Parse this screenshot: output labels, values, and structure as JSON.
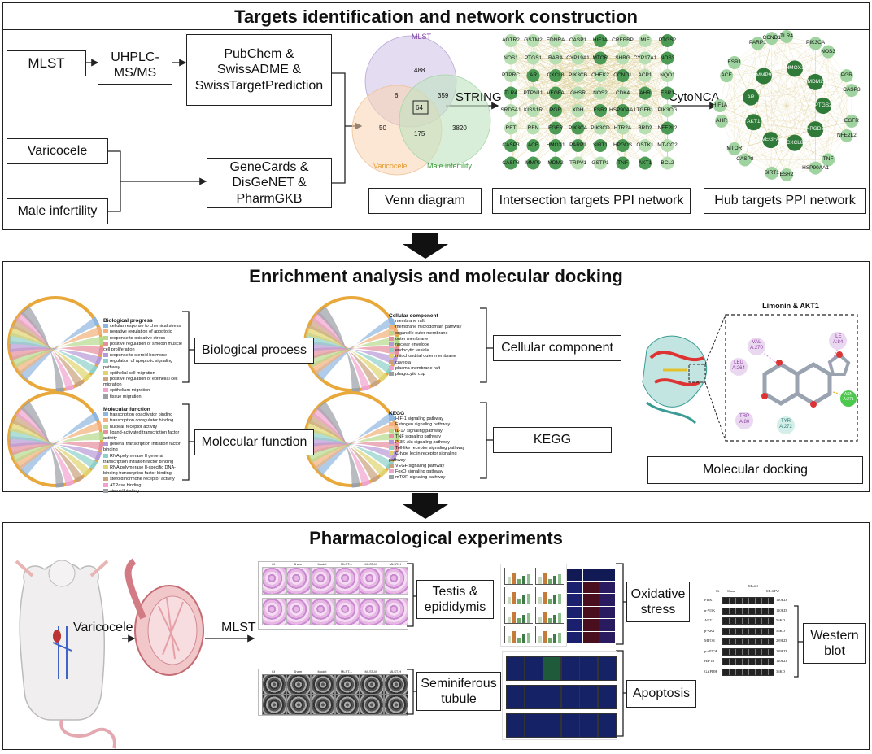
{
  "section1": {
    "title": "Targets identification and network construction",
    "mlst": "MLST",
    "uhplc": "UHPLC-\nMS/MS",
    "pubchem": "PubChem &\nSwissADME &\nSwissTargetPrediction",
    "varicocele": "Varicocele",
    "male_infertility": "Male infertility",
    "genecards": "GeneCards &\nDisGeNET &\nPharmGKB",
    "venn": {
      "label_mlst": "MLST",
      "label_varicocele": "Varicocele",
      "label_male": "Male infertility",
      "n_mlst_only": "488",
      "n_mlst_var": "6",
      "n_center": "64",
      "n_mlst_male": "359",
      "n_var_only": "50",
      "n_var_male": "175",
      "n_male_only": "3820",
      "caption": "Venn diagram"
    },
    "string_label": "STRING",
    "cytonca_label": "CytoNCA",
    "ppi_caption": "Intersection targets PPI network",
    "hub_caption": "Hub targets PPI network",
    "ppi_genes": [
      [
        "AGTR2",
        "GSTM2",
        "EDNRA",
        "CASP1",
        "HIF1A",
        "CREBBP",
        "MIF",
        "PTGS2"
      ],
      [
        "NOS1",
        "PTGS1",
        "RARA",
        "CYP19A1",
        "MTOR",
        "SHBG",
        "CYP17A1",
        "NOS3"
      ],
      [
        "PTPRC",
        "AR",
        "CXCL8",
        "PIK3CB",
        "CHEK2",
        "CCND1",
        "ACP1",
        "NQO1"
      ],
      [
        "TLR4",
        "PTPN11",
        "VEGFA",
        "GHSR",
        "NOS2",
        "CDK4",
        "AHR",
        "ESR1"
      ],
      [
        "SRD5A1",
        "KISS1R",
        "PGR",
        "XDH",
        "ESR2",
        "HSP90AA1",
        "TGFB1",
        "PIK3CG"
      ],
      [
        "RET",
        "REN",
        "EGFR",
        "PIK3CA",
        "PIK3CD",
        "HTR2A",
        "BRD2",
        "NFE2L2"
      ],
      [
        "CASP3",
        "ACE",
        "HMOX1",
        "PARP1",
        "SIRT1",
        "HPGDS",
        "GSTK1",
        "MT-CO2"
      ],
      [
        "CASP8",
        "MMP9",
        "MDM2",
        "TRPV1",
        "GSTP1",
        "TNF",
        "AKT1",
        "BCL2"
      ]
    ],
    "hub_genes": [
      "TLR4",
      "HMOX1",
      "PIK3CA",
      "NOS3",
      "MDM2",
      "PGR",
      "CASP3",
      "PTGS2",
      "EGFR",
      "NFE2L2",
      "HPGDS",
      "TNF",
      "HSP90AA1",
      "CXCL8",
      "ESR2",
      "SIRT1",
      "VEGFA",
      "CASP8",
      "MTOR",
      "AKT1",
      "AHR",
      "HIF1A",
      "AR",
      "ACE",
      "ESR1",
      "MMP9",
      "PARP1",
      "CCND1"
    ]
  },
  "section2": {
    "title": "Enrichment analysis and molecular docking",
    "bp_caption": "Biological process",
    "cc_caption": "Cellular component",
    "mf_caption": "Molecular function",
    "kegg_caption": "KEGG",
    "docking_caption": "Molecular docking",
    "docking_title": "Limonin & AKT1",
    "residues": [
      "VAL\nA:270",
      "ILE\nA:84",
      "LEU\nA:264",
      "TRP\nA:80",
      "TYR\nA:272",
      "ASN\nA:271"
    ],
    "bp_legend": {
      "title": "Biological progress",
      "items": [
        "cellular response to chemical stress",
        "negative regulation of apoptotic",
        "response to oxidative stress",
        "positive regulation of smooth muscle cell proliferation",
        "response to steroid hormone",
        "regulation of apoptotic signaling pathway",
        "epithelial cell migration",
        "positive regulation of epithelial cell migration",
        "epithelium migration",
        "tissue migration"
      ]
    },
    "cc_legend": {
      "title": "Cellular component",
      "items": [
        "membrane raft",
        "membrane microdomain pathway",
        "organelle outer membrane",
        "outer membrane",
        "nuclear envelope",
        "endocytic vesicle",
        "mitochondrial outer membrane",
        "caveola",
        "plasma membrane raft",
        "phagocytic cup"
      ]
    },
    "mf_legend": {
      "title": "Molecular function",
      "items": [
        "transcription coactivator binding",
        "transcription coregulator binding",
        "nuclear receptor activity",
        "ligand-activated transcription factor activity",
        "general transcription initiation factor binding",
        "RNA polymerase II general transcription initiation factor binding",
        "RNA polymerase II-specific DNA-binding transcription factor binding",
        "steroid hormone receptor activity",
        "ATPase binding",
        "steroid binding"
      ]
    },
    "kegg_legend": {
      "title": "KEGG",
      "items": [
        "HIF-1 signaling pathway",
        "Estrogen signaling pathway",
        "IL-17 signaling pathway",
        "TNF signaling pathway",
        "PI3K-Akt signaling pathway",
        "Toll-like receptor signaling pathway",
        "C-type lectin receptor signaling pathway",
        "VEGF signaling pathway",
        "FoxO signaling pathway",
        "mTOR signaling pathway"
      ]
    },
    "legend_colors": [
      "#8fb6e0",
      "#f2b07a",
      "#b6d98c",
      "#e68f9e",
      "#b69ad6",
      "#8fd0c8",
      "#e0d36f",
      "#c9a27e",
      "#f0a3cd",
      "#9aa0a6"
    ]
  },
  "section3": {
    "title": "Pharmacological experiments",
    "varicocele": "Varicocele",
    "mlst": "MLST",
    "testis": "Testis &\nepididymis",
    "seminiferous": "Seminiferous\ntubule",
    "oxidative": "Oxidative\nstress",
    "apoptosis": "Apoptosis",
    "western": "Western\nblot",
    "he_groups": [
      "Ct",
      "Sham",
      "Model",
      "MLST-L",
      "MLST-M",
      "MLST-H"
    ],
    "wb_bands": [
      "PI3K",
      "p-PI3K",
      "AKT",
      "p-AKT",
      "MTOR",
      "p-MTOR",
      "HIF1α",
      "GAPDH"
    ],
    "wb_sizes": [
      "110KD",
      "110KD",
      "56KD",
      "56KD",
      "289KD",
      "289KD",
      "120KD",
      "36KD"
    ],
    "wb_header": [
      "Ct",
      "Sham",
      "Model",
      "MLSTW"
    ]
  },
  "colors": {
    "mlst": "#7a3fa0",
    "varicocele": "#e69a2e",
    "male": "#3a9a3a",
    "node_dark": "#2e7d3a",
    "node_light": "#9ed39e"
  }
}
